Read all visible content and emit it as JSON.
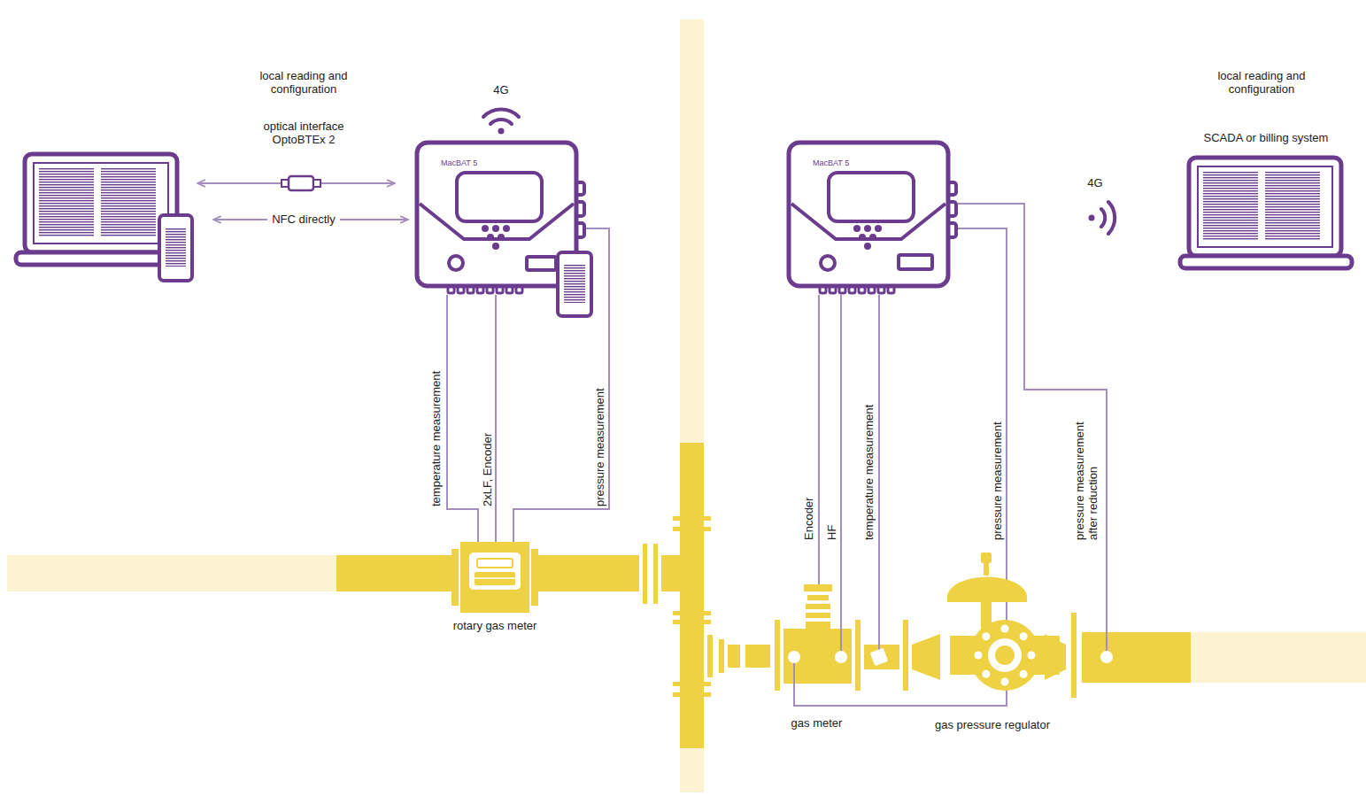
{
  "diagram": {
    "nodes": [
      {
        "text": [
          "MacBAT 5"
        ]
      },
      {
        "text": [
          "MacBAT 5"
        ]
      },
      {
        "text": [
          "SCADA or billing system"
        ]
      },
      {
        "text": [
          "rotary gas meter"
        ]
      },
      {
        "text": [
          "gas meter"
        ]
      },
      {
        "text": [
          "gas pressure regulator"
        ]
      }
    ],
    "edges": [
      {
        "from": 0,
        "to": 3,
        "arrow": "none",
        "label": "temperature measurement"
      },
      {
        "from": 0,
        "to": 3,
        "arrow": "none",
        "label": "2xLF, Encoder"
      },
      {
        "from": 0,
        "to": 3,
        "arrow": "none",
        "label": "pressure measurement"
      },
      {
        "from": 1,
        "to": 4,
        "arrow": "none",
        "label": "Encoder"
      },
      {
        "from": 1,
        "to": 4,
        "arrow": "none",
        "label": "HF"
      },
      {
        "from": 1,
        "to": 4,
        "arrow": "none",
        "label": "pressure measurement"
      }
    ],
    "labels": [
      "local reading and configuration",
      "optical interface OptoBTEx 2",
      "NFC directly",
      "4G",
      "4G",
      "local reading and configuration",
      "temperature measurement",
      "pressure measurement after reduction"
    ]
  }
}
